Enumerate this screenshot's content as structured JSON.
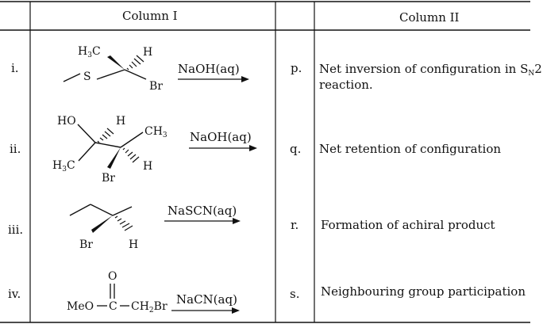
{
  "headers": {
    "col1": "Column I",
    "col2": "Column II"
  },
  "rows": [
    {
      "num": "i.",
      "reagent": "NaOH(aq)",
      "letter": "p.",
      "answer_pre": "Net inversion of configuration in S",
      "answer_sub": "N",
      "answer_post": "2",
      "answer_line2": "reaction.",
      "atoms": {
        "ch3": "H",
        "ch3_sub": "3",
        "ch3_c": "C",
        "h": "H",
        "s": "S",
        "br": "Br"
      }
    },
    {
      "num": "ii.",
      "reagent": "NaOH(aq)",
      "letter": "q.",
      "answer": "Net retention of configuration",
      "atoms": {
        "ho": "HO",
        "h_top": "H",
        "ch3_top": "CH",
        "ch3_top_sub": "3",
        "h_bottom": "H",
        "h3c": "H",
        "h3c_sub": "3",
        "h3c_c": "C",
        "br": "Br"
      }
    },
    {
      "num": "iii.",
      "reagent": "NaSCN(aq)",
      "letter": "r.",
      "answer": "Formation of achiral product",
      "atoms": {
        "br": "Br",
        "h": "H"
      }
    },
    {
      "num": "iv.",
      "reagent": "NaCN(aq)",
      "letter": "s.",
      "answer": "Neighbouring group participation",
      "atoms": {
        "o": "O",
        "meo": "MeO",
        "c": "C",
        "ch2": "CH",
        "ch2_sub": "2",
        "br": "Br"
      }
    }
  ]
}
